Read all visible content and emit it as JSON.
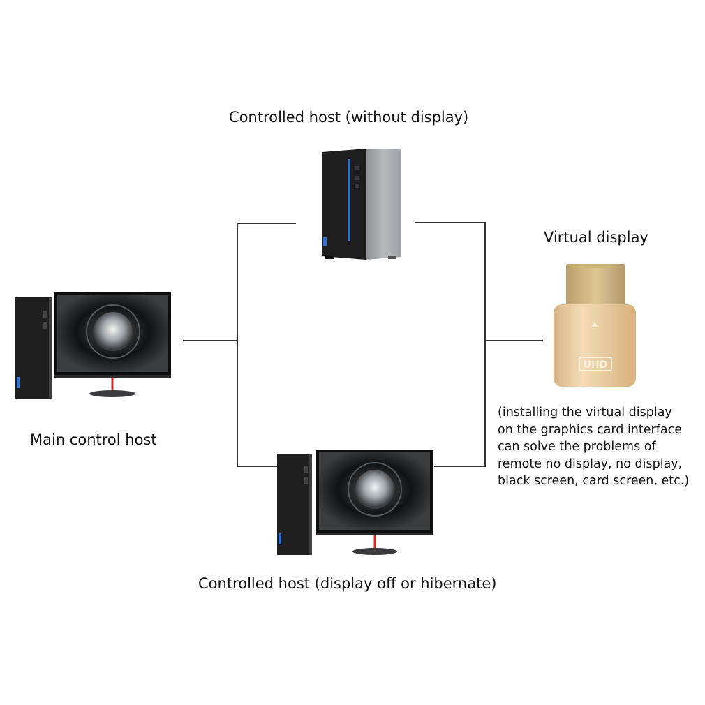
{
  "labels": {
    "controlled_no_display": "Controlled host (without display)",
    "virtual_display": "Virtual display",
    "main_control": "Main control host",
    "controlled_hibernate": "Controlled host (display off or hibernate)"
  },
  "note_lines": [
    "(installing the virtual display",
    "on the graphics card interface",
    "can solve the problems of",
    "remote no display, no display,",
    "black screen, card screen, etc.)"
  ],
  "device_text": {
    "plug_mark": "UHD"
  },
  "icons": {
    "tower": "desktop-tower-icon",
    "monitor": "monitor-icon",
    "dongle": "hdmi-dummy-plug-icon"
  },
  "colors": {
    "lines": "#333333",
    "tower_dark": "#1e1e1f",
    "tower_silver": "#a8aaad",
    "led_blue": "#2f6fd8",
    "stand_red": "#d52a2a",
    "plug_gold": "#e7c79a"
  }
}
